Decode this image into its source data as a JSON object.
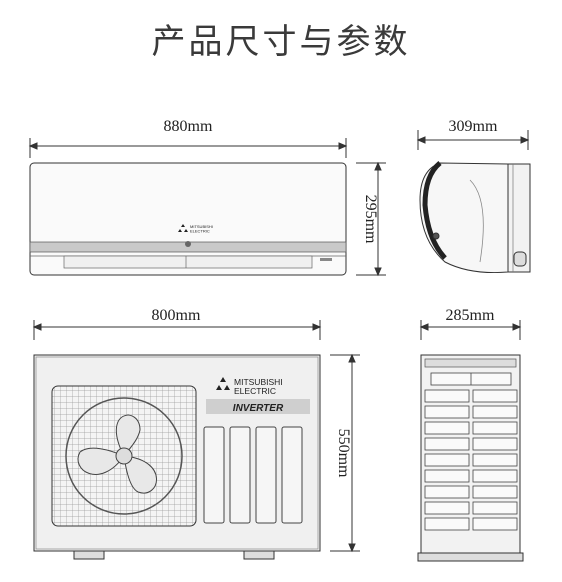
{
  "title": "产品尺寸与参数",
  "indoor": {
    "width_label": "880mm",
    "height_label": "295mm",
    "depth_label": "309mm",
    "brand_line1": "MITSUBISHI",
    "brand_line2": "ELECTRIC"
  },
  "outdoor": {
    "width_label": "800mm",
    "height_label": "550mm",
    "depth_label": "285mm",
    "brand_line1": "MITSUBISHI",
    "brand_line2": "ELECTRIC",
    "badge": "INVERTER"
  }
}
